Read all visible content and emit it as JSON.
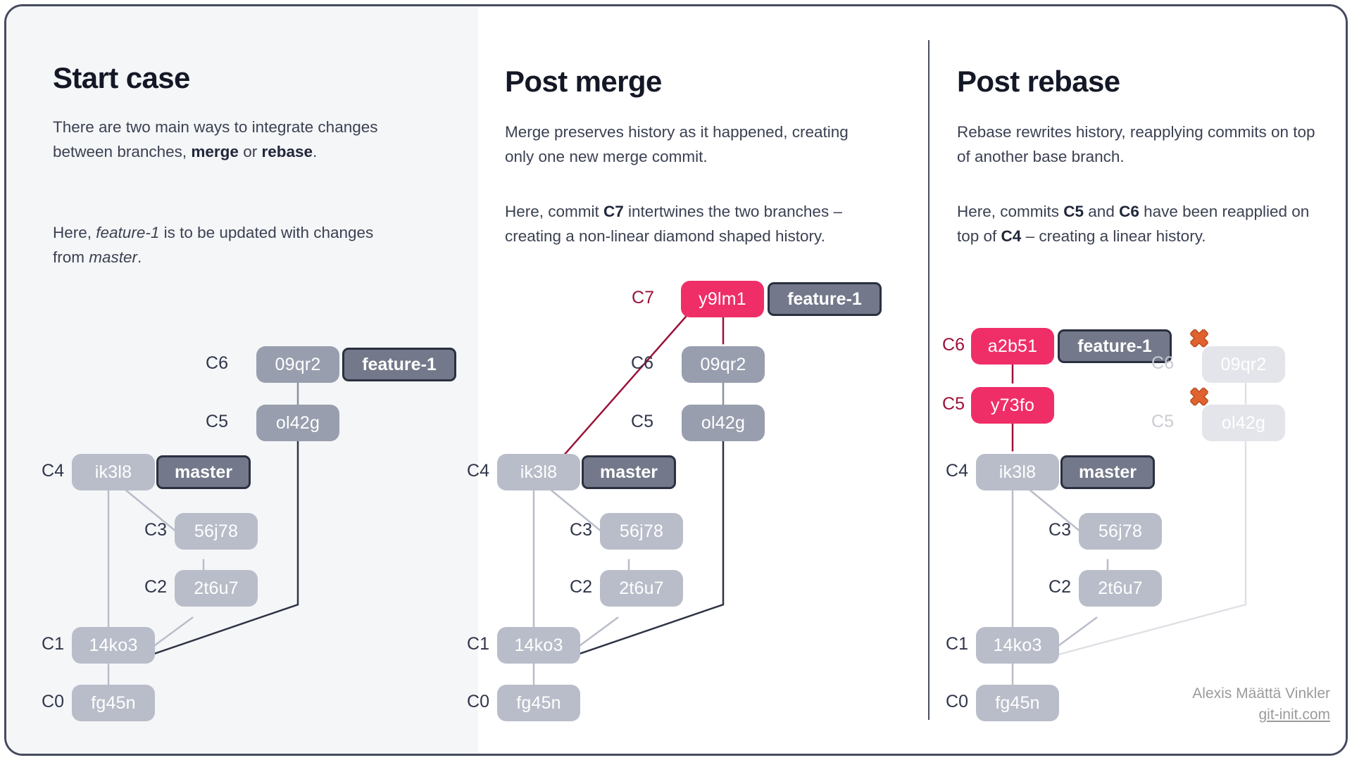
{
  "theme": {
    "card_border": "#454b5e",
    "panel1_bg": "#f5f6f8",
    "node_base": "#b9bdc9",
    "node_feature": "#989eae",
    "node_pink": "#ef2e68",
    "node_ghost": "#e3e5ea",
    "branch_fill": "#73788a",
    "branch_border": "#2b3040",
    "merge_line": "#9b1239",
    "x_marker": "#e0622e",
    "text_body": "#3b4152",
    "text_title": "#141826"
  },
  "panels": [
    {
      "id": "start-case",
      "title": "Start case",
      "paragraphs": [
        "There are two main ways to integrate changes between branches, merge or rebase.",
        "Here, feature-1 is to be updated with changes from master."
      ]
    },
    {
      "id": "post-merge",
      "title": "Post merge",
      "paragraphs": [
        "Merge preserves history as it happened, creating only one new merge commit.",
        "Here, commit C7 intertwines the two branches – creating a non-linear diamond shaped history."
      ]
    },
    {
      "id": "post-rebase",
      "title": "Post rebase",
      "paragraphs": [
        "Rebase rewrites history, reapplying commits on top of another base branch.",
        "Here, commits C5 and C6 have been reapplied on top of C4 – creating a linear history."
      ]
    }
  ],
  "graph": {
    "commit_ids": {
      "c0": "C0",
      "c1": "C1",
      "c2": "C2",
      "c3": "C3",
      "c4": "C4",
      "c5": "C5",
      "c6": "C6",
      "c7": "C7"
    },
    "hashes": {
      "c0": "fg45n",
      "c1": "14ko3",
      "c2": "2t6u7",
      "c3": "56j78",
      "c4": "ik3l8",
      "c5_old": "ol42g",
      "c6_old": "09qr2",
      "c7_merge": "y9lm1",
      "c5_new": "y73fo",
      "c6_new": "a2b51"
    },
    "branches": {
      "master": "master",
      "feature": "feature-1"
    },
    "markers": {
      "dropped": "✖"
    }
  },
  "credit": {
    "author": "Alexis Määttä Vinkler",
    "site": "git-init.com"
  }
}
